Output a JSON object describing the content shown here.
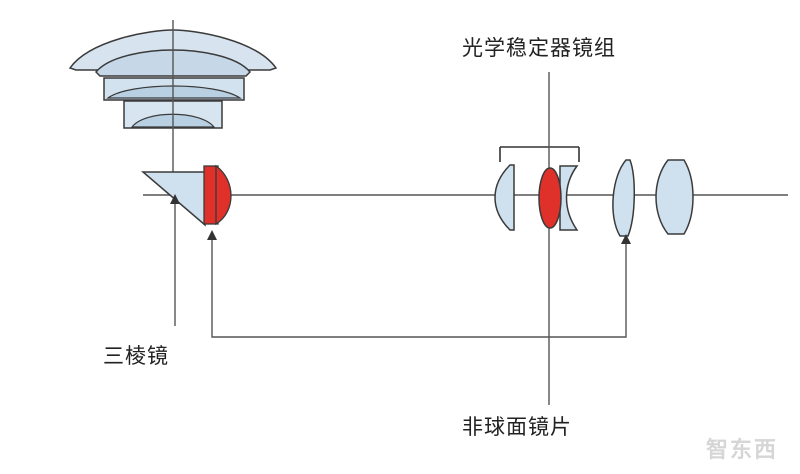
{
  "labels": {
    "stabilizer_group": "光学稳定器镜组",
    "prism": "三棱镜",
    "aspheric_lens": "非球面镜片"
  },
  "watermark": "智东西",
  "colors": {
    "lens_fill": "#cfe0ee",
    "lens_stroke": "#3a3a3a",
    "aspheric_fill": "#e0302a",
    "line": "#555555",
    "text": "#222222"
  }
}
